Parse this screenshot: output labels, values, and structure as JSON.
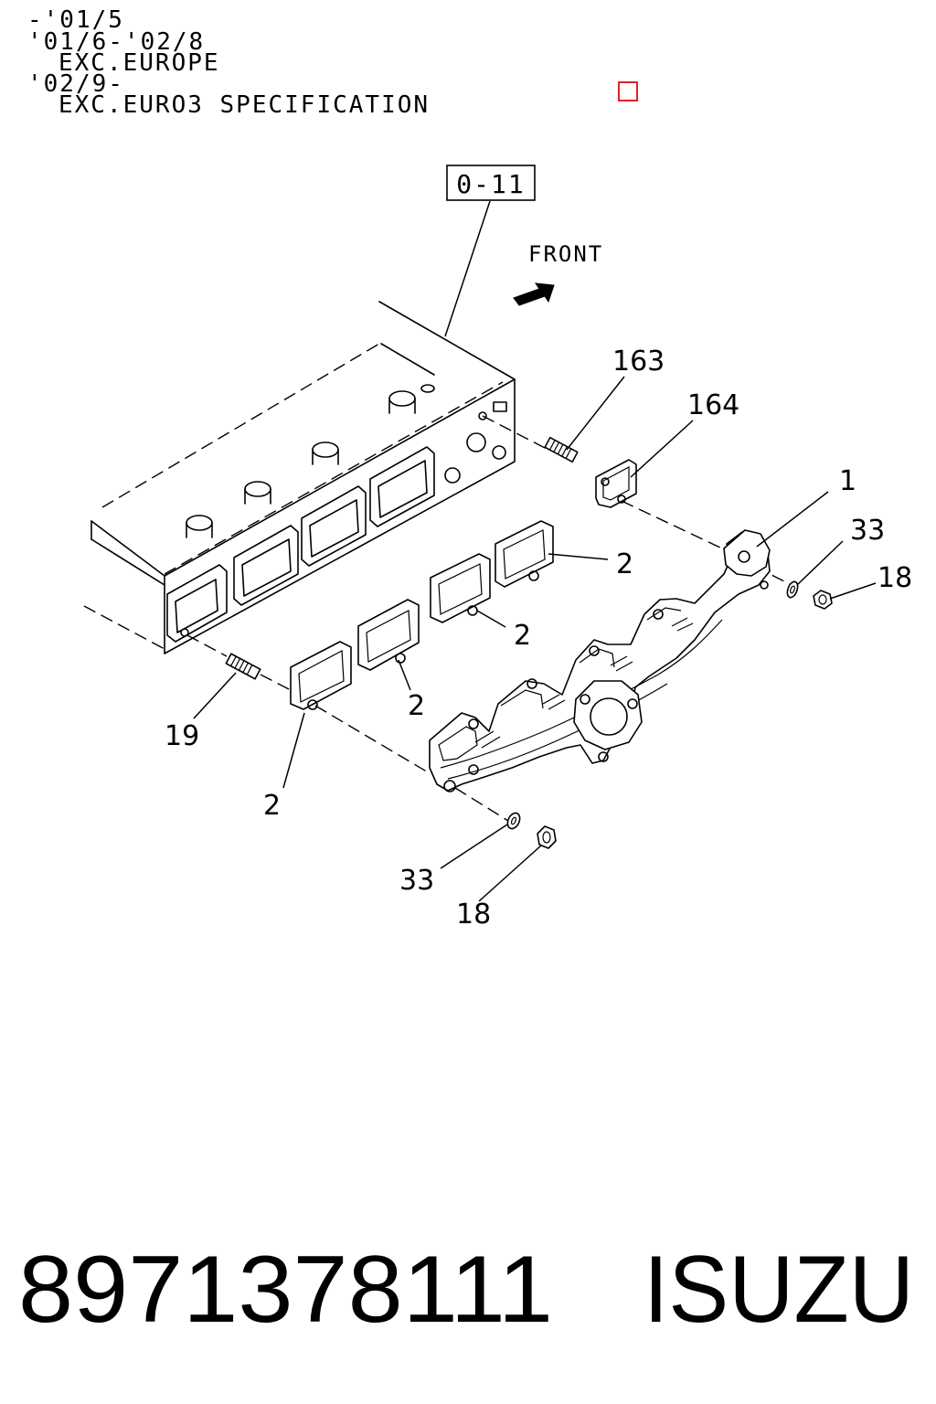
{
  "notes": [
    "-'01/5",
    "'01/6-'02/8",
    "EXC.EUROPE",
    "'02/9-",
    "EXC.EURO3 SPECIFICATION"
  ],
  "marker_color": "#e02020",
  "reference_box": "0-11",
  "direction_label": "FRONT",
  "callouts": {
    "stud_upper": "163",
    "gasket_upper": "164",
    "manifold": "1",
    "washer_right": "33",
    "nut_right": "18",
    "gasket_a": "2",
    "gasket_b": "2",
    "gasket_c": "2",
    "gasket_d": "2",
    "stud_lower": "19",
    "washer_bottom": "33",
    "nut_bottom": "18"
  },
  "part_number": "8971378111",
  "brand": "ISUZU"
}
